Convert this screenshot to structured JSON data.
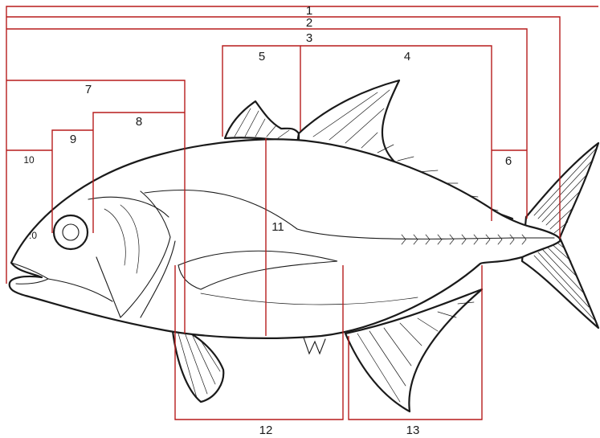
{
  "diagram": {
    "measurement_color": "#b71c1c",
    "line_color": "#1a1a1a",
    "labels": {
      "m1": "1",
      "m2": "2",
      "m3": "3",
      "m4": "4",
      "m5": "5",
      "m6": "6",
      "m7": "7",
      "m8": "8",
      "m9": "9",
      "m10": "10",
      "m11": "11",
      "m12": "12",
      "m13": "13"
    }
  }
}
